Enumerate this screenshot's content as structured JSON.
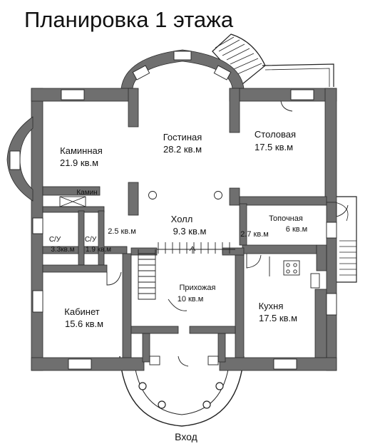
{
  "title": "Планировка 1 этажа",
  "rooms": {
    "kaminnaya": {
      "name": "Каминная",
      "area": "21.9 кв.м"
    },
    "gostinaya": {
      "name": "Гостиная",
      "area": "28.2 кв.м"
    },
    "stolovaya": {
      "name": "Столовая",
      "area": "17.5 кв.м"
    },
    "kamin": {
      "name": "Камин"
    },
    "kholl": {
      "name": "Холл",
      "area": "9.3 кв.м"
    },
    "topochnaya": {
      "name": "Топочная",
      "area": "6 кв.м"
    },
    "su1": {
      "name": "С/У",
      "area": "3.3кв.м"
    },
    "su2": {
      "name": "С/У",
      "area": "1.9 кв.м"
    },
    "closet1": {
      "area": "2.5 кв.м"
    },
    "closet2": {
      "area": "2.7 кв.м"
    },
    "prikhozhaya": {
      "name": "Прихожая",
      "area": "10 кв.м"
    },
    "kabinet": {
      "name": "Кабинет",
      "area": "15.6 кв.м"
    },
    "kukhnya": {
      "name": "Кухня",
      "area": "17.5 кв.м"
    }
  },
  "entrance": {
    "name": "Вход"
  },
  "colors": {
    "wall": "#6f6f6f",
    "wall_outline": "#2a2a2a",
    "line": "#222222"
  }
}
